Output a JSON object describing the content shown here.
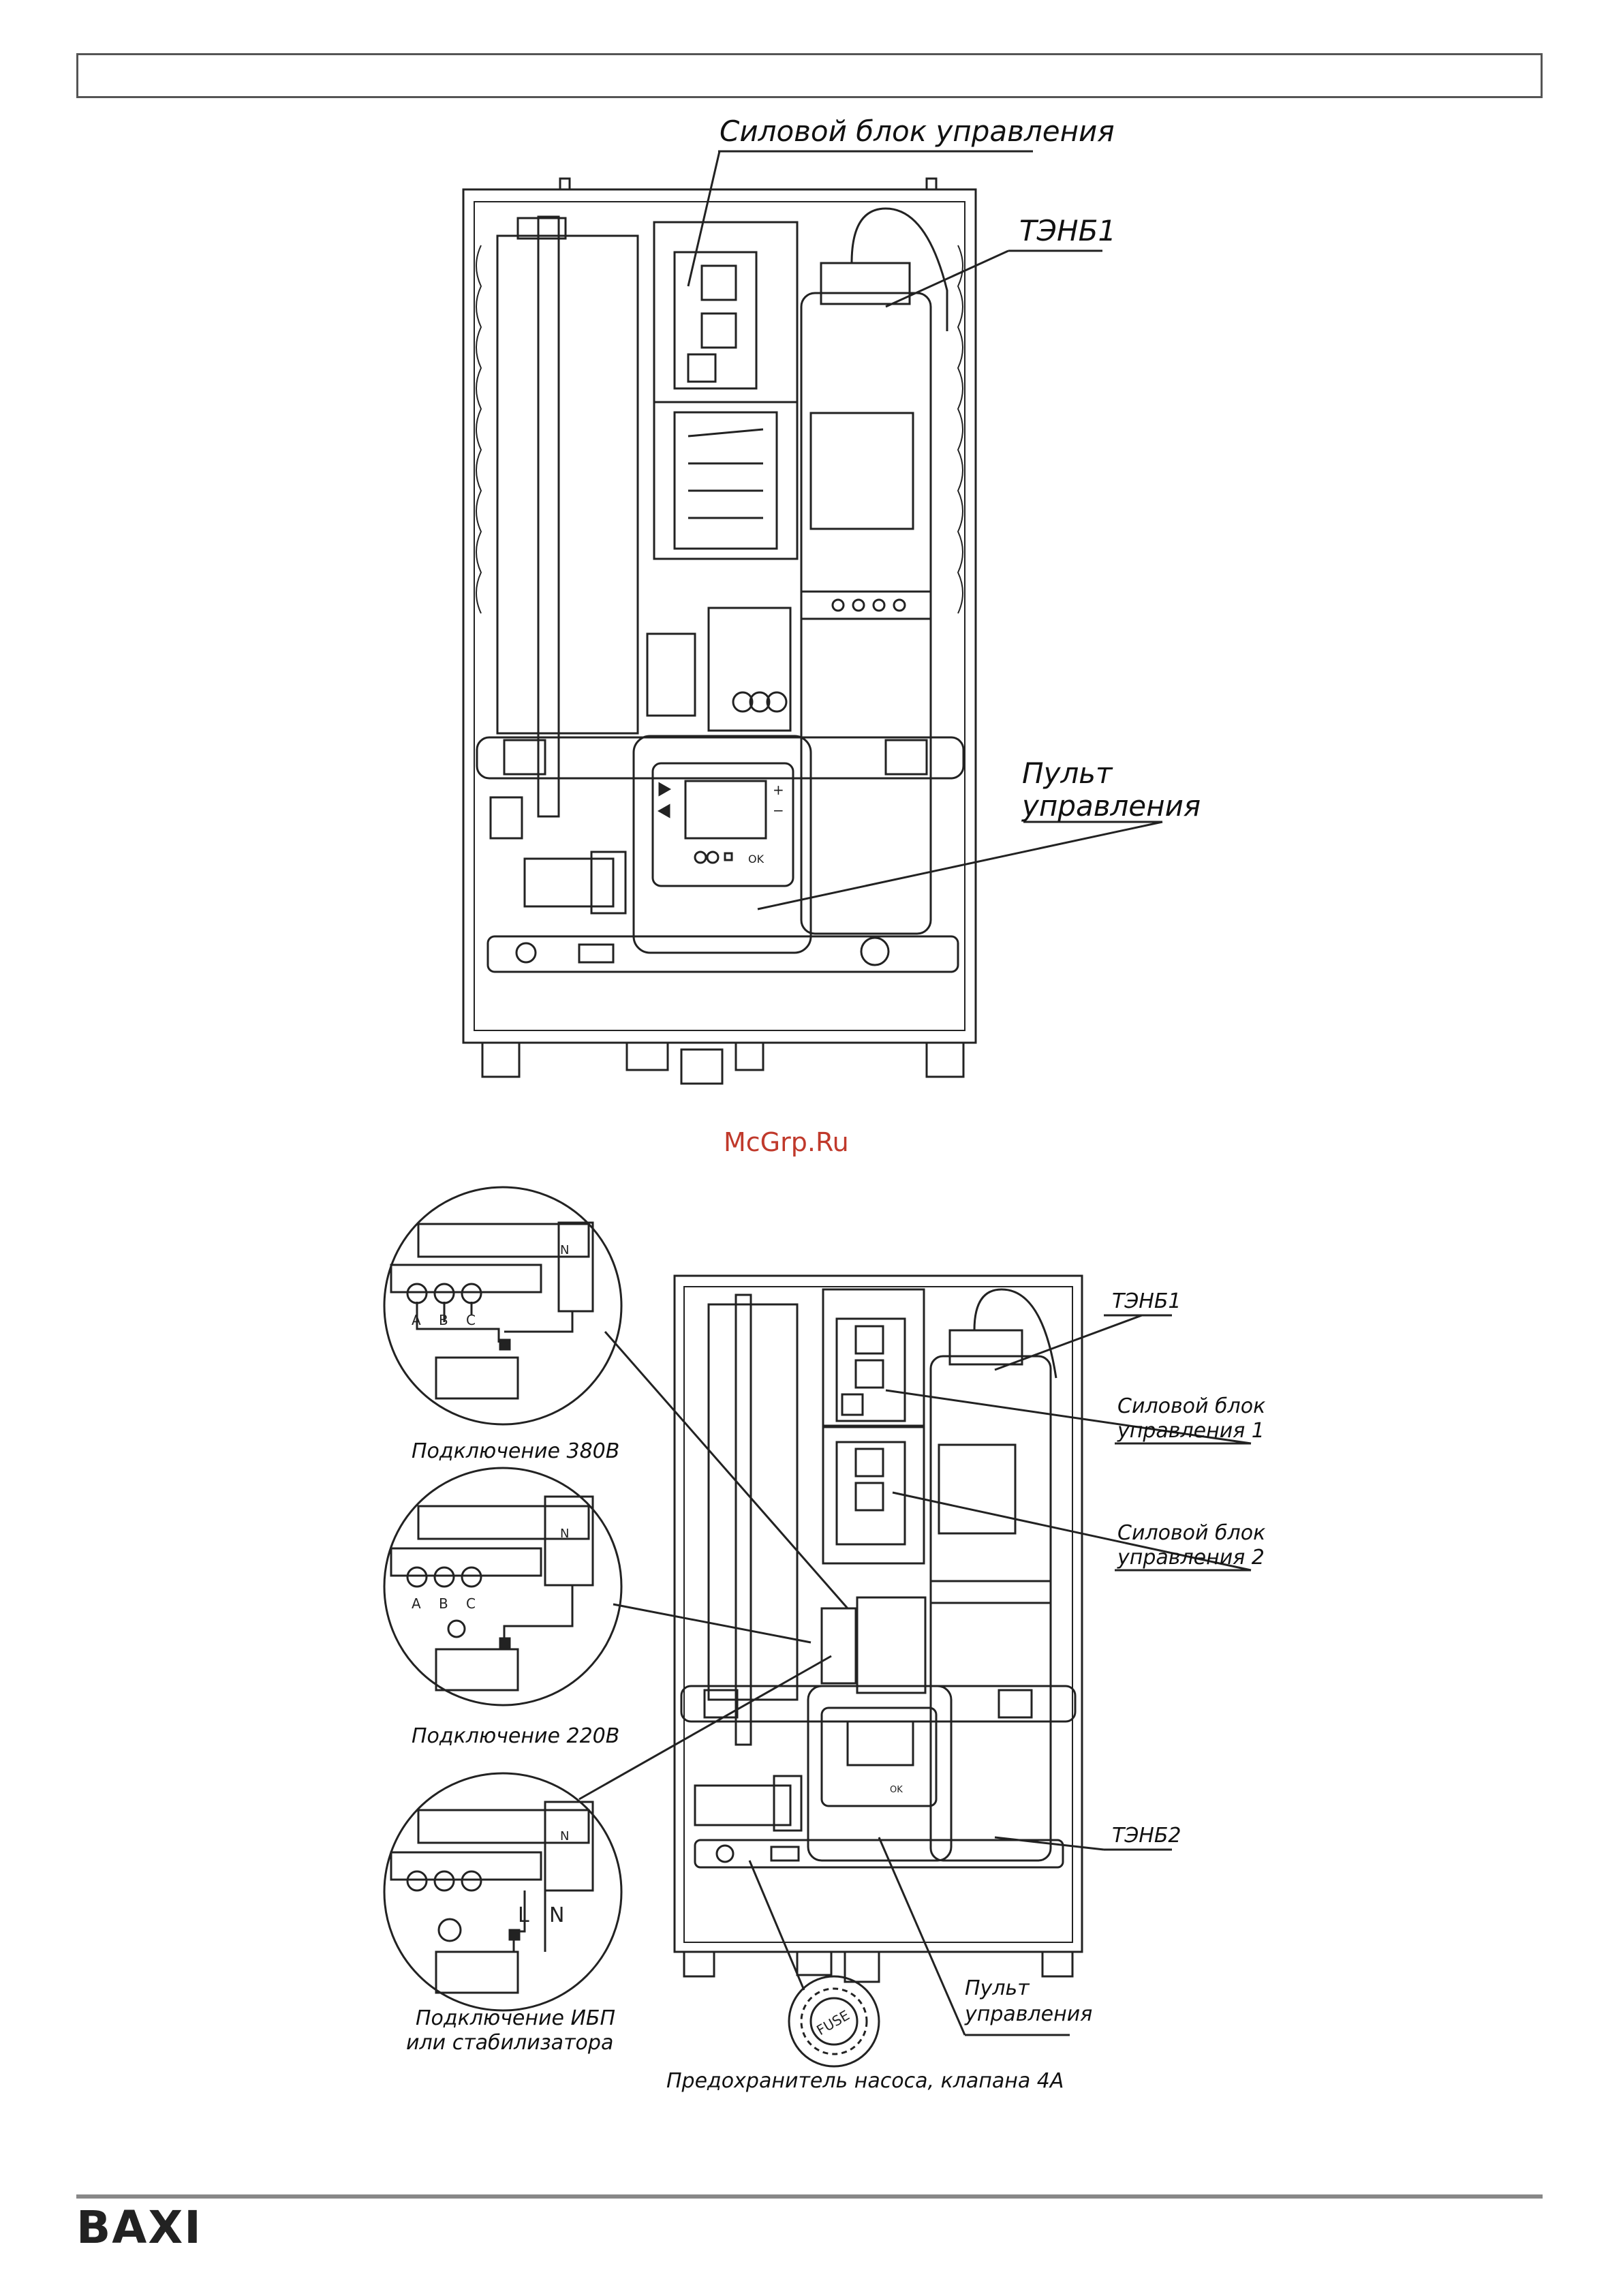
{
  "top_diagram": {
    "label_power_block": "Силовой блок управления",
    "label_heater": "ТЭНБ1",
    "label_panel_line1": "Пульт",
    "label_panel_line2": "управления",
    "panel_ok": "OK",
    "panel_plus": "+",
    "panel_minus": "−"
  },
  "watermark": "McGrp.Ru",
  "bottom_diagram": {
    "label_heater1": "ТЭНБ1",
    "label_block1_line1": "Силовой блок",
    "label_block1_line2": "управления 1",
    "label_block2_line1": "Силовой блок",
    "label_block2_line2": "управления 2",
    "label_heater2": "ТЭНБ2",
    "label_panel_line1": "Пульт",
    "label_panel_line2": "управления",
    "label_fuse": "Предохранитель насоса, клапана 4А",
    "fuse_text": "FUSE",
    "panel_ok": "OK"
  },
  "insets": [
    {
      "caption_line1": "Подключение 380В",
      "caption_line2": "",
      "terminals": [
        "A",
        "B",
        "C"
      ],
      "n_label": "N"
    },
    {
      "caption_line1": "Подключение 220В",
      "caption_line2": "",
      "terminals": [
        "A",
        "B",
        "C"
      ],
      "n_label": "N"
    },
    {
      "caption_line1": "Подключение ИБП",
      "caption_line2": "или стабилизатора",
      "terminals": [
        "L",
        "N"
      ],
      "n_label": "N"
    }
  ],
  "footer": {
    "brand": "BAXI"
  }
}
